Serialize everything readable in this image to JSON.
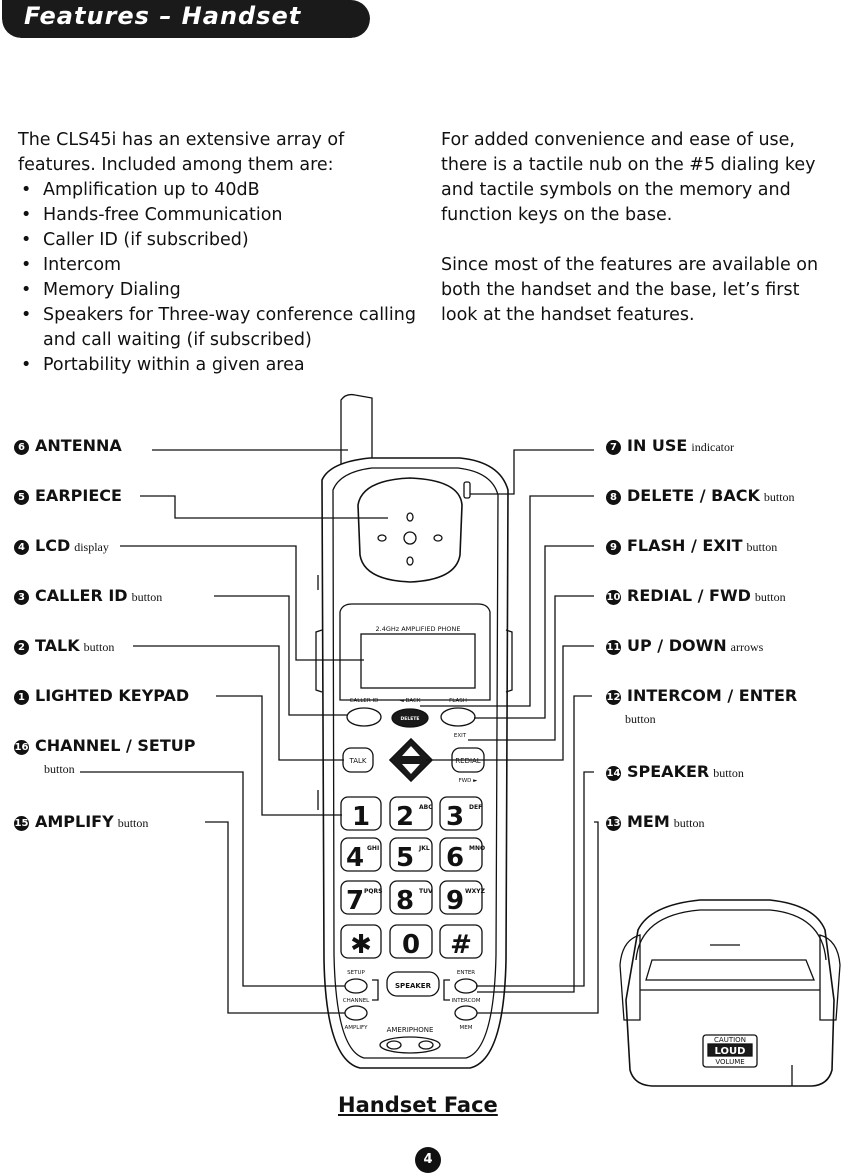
{
  "header": {
    "title": "Features – Handset"
  },
  "intro_left": {
    "lead": "The CLS45i has an extensive array of features. Included among them are:",
    "bullets": [
      "Amplification up to 40dB",
      "Hands-free Communication",
      "Caller ID (if subscribed)",
      "Intercom",
      "Memory Dialing",
      "Speakers for Three-way conference calling and call waiting (if subscribed)",
      "Portability within a given area"
    ]
  },
  "intro_right": {
    "p1": "For added convenience and ease of use, there is a tactile nub on the #5 dialing key and tactile symbols on the memory and function keys on the base.",
    "p2": "Since most of the features are available on both the handset and the base, let’s first look at the handset features."
  },
  "callouts_left": [
    {
      "num": "6",
      "label": "ANTENNA",
      "sub": ""
    },
    {
      "num": "5",
      "label": "EARPIECE",
      "sub": ""
    },
    {
      "num": "4",
      "label": "LCD",
      "sub": "display"
    },
    {
      "num": "3",
      "label": "CALLER ID",
      "sub": "button"
    },
    {
      "num": "2",
      "label": "TALK",
      "sub": "button"
    },
    {
      "num": "1",
      "label": "LIGHTED KEYPAD",
      "sub": ""
    },
    {
      "num": "16",
      "label": "CHANNEL / SETUP",
      "sub": "button"
    },
    {
      "num": "15",
      "label": "AMPLIFY",
      "sub": "button"
    }
  ],
  "callouts_right": [
    {
      "num": "7",
      "label": "IN USE",
      "sub": "indicator"
    },
    {
      "num": "8",
      "label": "DELETE / BACK",
      "sub": "button"
    },
    {
      "num": "9",
      "label": "FLASH / EXIT",
      "sub": "button"
    },
    {
      "num": "10",
      "label": "REDIAL / FWD",
      "sub": "button"
    },
    {
      "num": "11",
      "label": "UP / DOWN",
      "sub": "arrows"
    },
    {
      "num": "12",
      "label": "INTERCOM / ENTER",
      "sub": "button"
    },
    {
      "num": "14",
      "label": "SPEAKER",
      "sub": "button"
    },
    {
      "num": "13",
      "label": "MEM",
      "sub": "button"
    }
  ],
  "phone": {
    "lcd_brand": "2.4GHz AMPLIFIED PHONE",
    "caller_id": "CALLER ID",
    "back": "◄ BACK",
    "flash": "FLASH",
    "delete": "DELETE",
    "exit": "EXIT",
    "talk": "TALK",
    "redial": "REDIAL",
    "fwd": "FWD ►",
    "keys": [
      {
        "d": "1",
        "l": ""
      },
      {
        "d": "2",
        "l": "ABC"
      },
      {
        "d": "3",
        "l": "DEF"
      },
      {
        "d": "4",
        "l": "GHI"
      },
      {
        "d": "5",
        "l": "JKL"
      },
      {
        "d": "6",
        "l": "MNO"
      },
      {
        "d": "7",
        "l": "PQRS"
      },
      {
        "d": "8",
        "l": "TUV"
      },
      {
        "d": "9",
        "l": "WXYZ"
      },
      {
        "d": "✱",
        "l": ""
      },
      {
        "d": "0",
        "l": ""
      },
      {
        "d": "#",
        "l": ""
      }
    ],
    "setup": "SETUP",
    "speaker": "SPEAKER",
    "enter": "ENTER",
    "channel": "CHANNEL",
    "intercom": "INTERCOM",
    "amplify": "AMPLIFY",
    "brand": "AMERIPHONE",
    "mem": "MEM"
  },
  "base": {
    "caution": "CAUTION",
    "loud": "LOUD",
    "volume": "VOLUME"
  },
  "caption": "Handset Face",
  "page_number": "4"
}
